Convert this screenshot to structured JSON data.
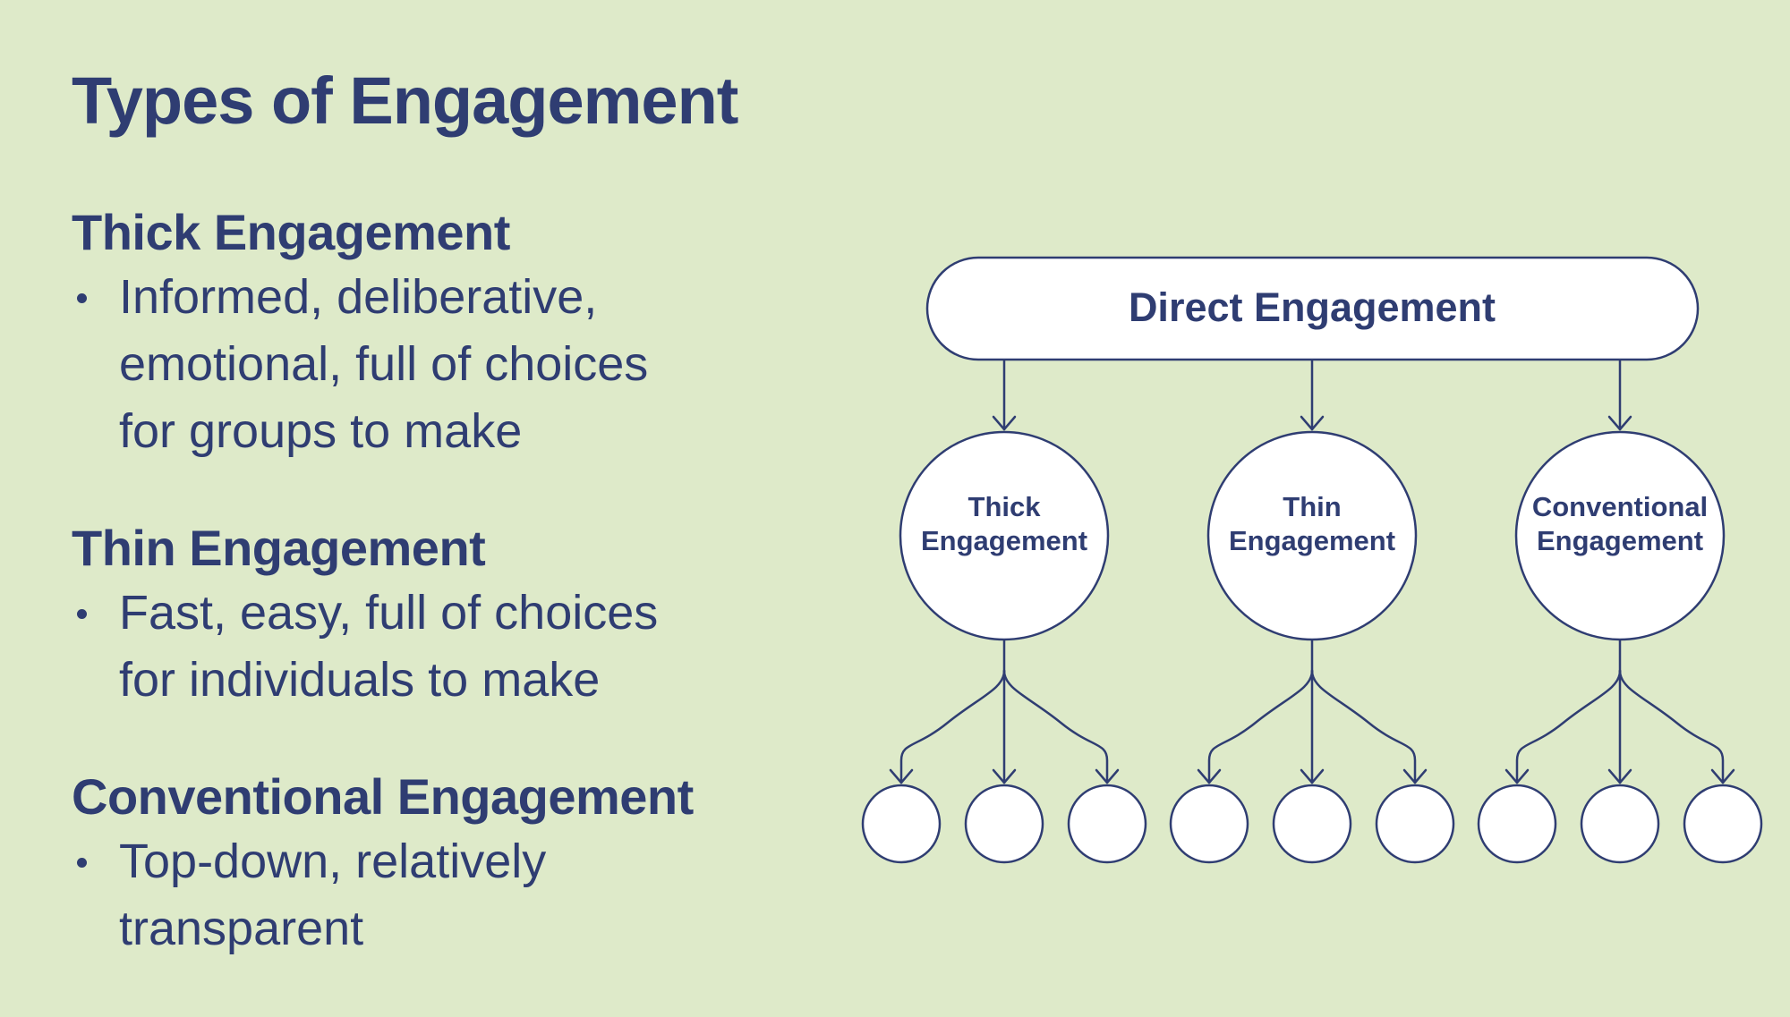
{
  "title": "Types of Engagement",
  "sections": [
    {
      "heading": "Thick Engagement",
      "bullet_lines": [
        "Informed, deliberative,",
        "emotional, full of choices",
        "for groups to make"
      ]
    },
    {
      "heading": "Thin Engagement",
      "bullet_lines": [
        "Fast, easy, full of choices",
        "for individuals to make"
      ]
    },
    {
      "heading": "Conventional Engagement",
      "bullet_lines": [
        "Top-down, relatively",
        "transparent"
      ]
    }
  ],
  "diagram": {
    "root": "Direct Engagement",
    "children": [
      {
        "label_lines": [
          "Thick",
          "Engagement"
        ],
        "leaf_count": 3
      },
      {
        "label_lines": [
          "Thin",
          "Engagement"
        ],
        "leaf_count": 3
      },
      {
        "label_lines": [
          "Conventional",
          "Engagement"
        ],
        "leaf_count": 3
      }
    ]
  },
  "colors": {
    "background": "#deeac9",
    "text": "#2f3d72",
    "node_fill": "#ffffff",
    "stroke": "#2f3d72"
  }
}
